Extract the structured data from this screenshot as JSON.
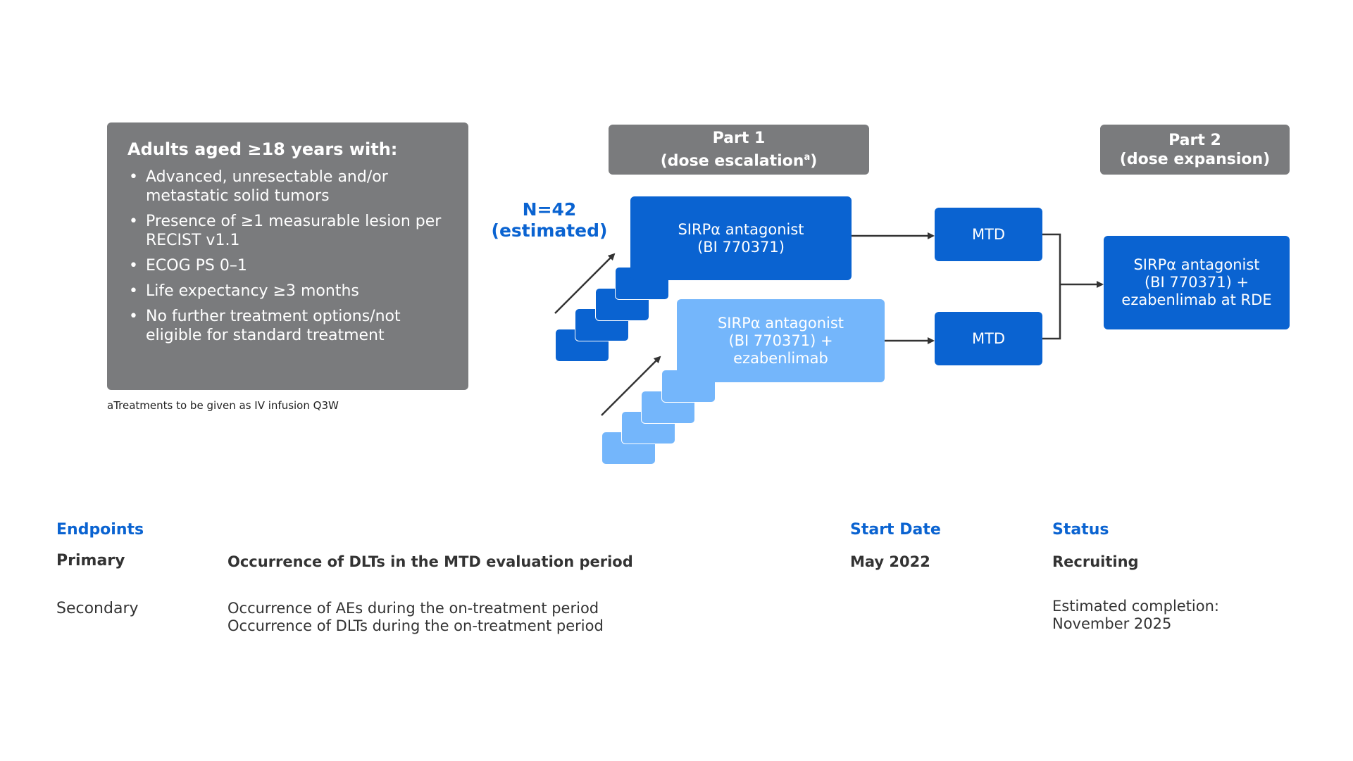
{
  "eligibility": {
    "title": "Adults aged ≥18 years with:",
    "criteria": [
      "Advanced, unresectable and/or metastatic solid tumors",
      "Presence of ≥1 measurable lesion per RECIST v1.1",
      "ECOG PS 0–1",
      "Life expectancy ≥3 months",
      "No further treatment options/not eligible for standard treatment"
    ],
    "bullet": "•",
    "footnote": "aTreatments to be given as IV infusion Q3W"
  },
  "part1": {
    "line1": "Part 1",
    "line2": "(dose escalation",
    "superscript": "a",
    "line2_end": ")"
  },
  "part2": {
    "line1": "Part 2",
    "line2": "(dose expansion)"
  },
  "enrollment": {
    "line1": "N=42",
    "line2": "(estimated)"
  },
  "arms": {
    "arm1": {
      "line1": "SIRPα antagonist",
      "line2": "(BI 770371)"
    },
    "arm2": {
      "line1": "SIRPα antagonist",
      "line2": "(BI 770371) +",
      "line3": "ezabenlimab"
    },
    "mtd1": "MTD",
    "mtd2": "MTD",
    "expansion": {
      "line1": "SIRPα antagonist",
      "line2": "(BI 770371) +",
      "line3": "ezabenlimab at RDE"
    }
  },
  "colors": {
    "dark_blue": "#0a63d1",
    "light_blue": "#74b6fb",
    "gray": "#7a7b7d"
  },
  "endpoints": {
    "heading": "Endpoints",
    "primary_label": "Primary",
    "primary_text": "Occurrence of DLTs in the MTD evaluation period",
    "secondary_label": "Secondary",
    "secondary_lines": [
      "Occurrence of AEs during the on-treatment period",
      "Occurrence of DLTs during the on-treatment period"
    ]
  },
  "start_date": {
    "heading": "Start Date",
    "value": "May 2022"
  },
  "status": {
    "heading": "Status",
    "value": "Recruiting",
    "completion_line1": "Estimated completion:",
    "completion_line2": "November 2025"
  }
}
